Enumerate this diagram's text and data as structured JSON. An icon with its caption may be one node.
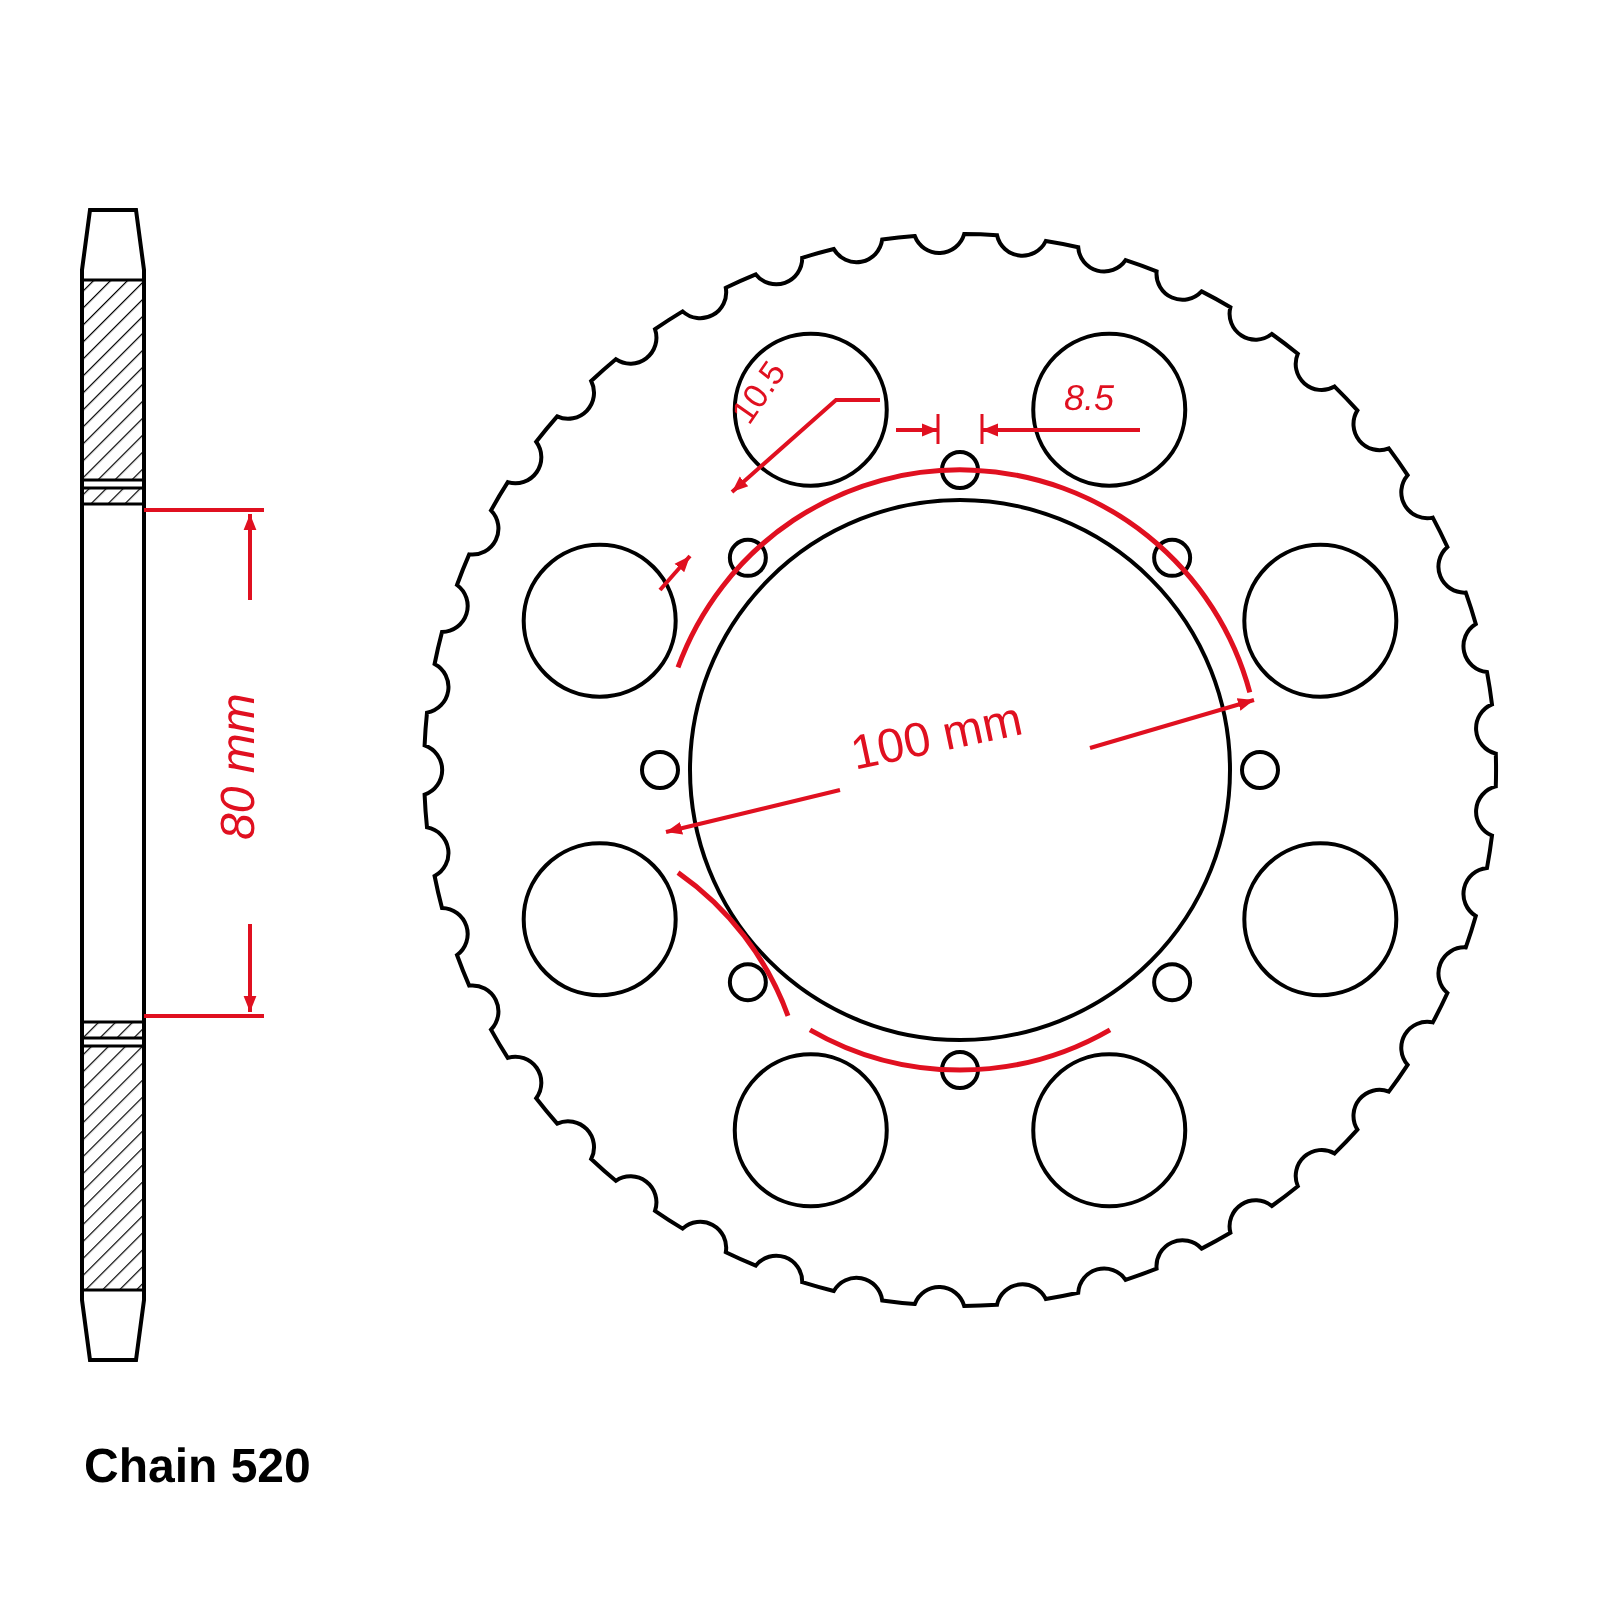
{
  "diagram": {
    "labels": [
      "10.5",
      "8.5",
      "80 mm",
      "100 mm",
      "Chain 520"
    ]
  }
}
